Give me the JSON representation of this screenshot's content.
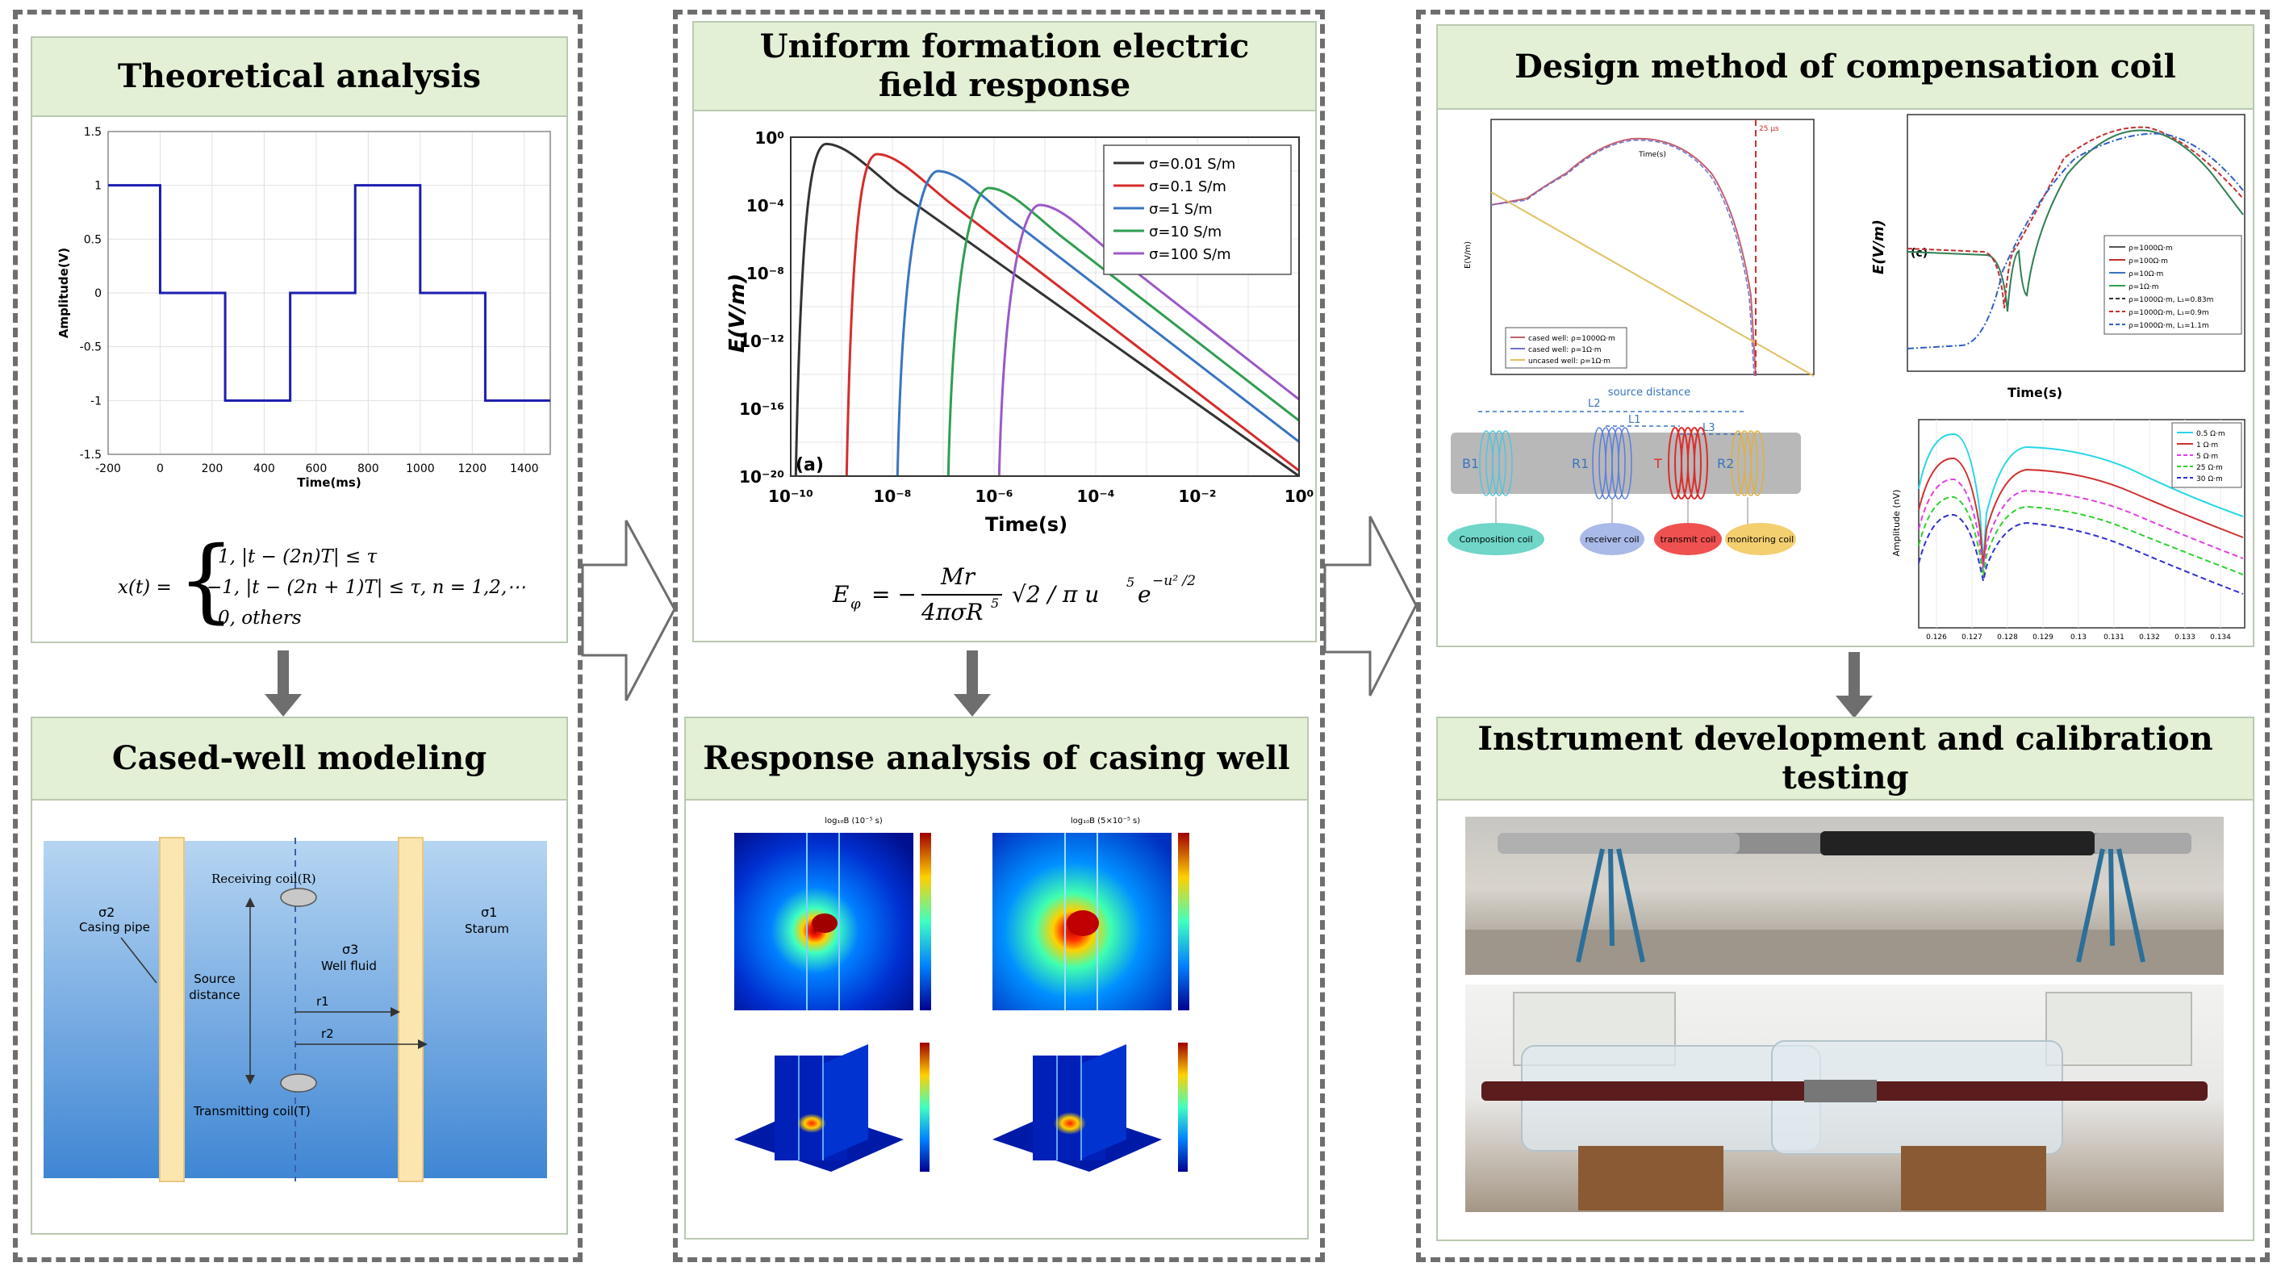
{
  "panels": {
    "theory": {
      "title": "Theoretical analysis",
      "chart": {
        "ylabel": "Amplitude(V)",
        "xlabel": "Time(ms)",
        "xticks": [
          "-200",
          "0",
          "200",
          "400",
          "600",
          "800",
          "1000",
          "1200",
          "1400"
        ],
        "yticks": [
          "1.5",
          "1",
          "0.5",
          "0",
          "-0.5",
          "-1",
          "-1.5"
        ]
      },
      "formula": {
        "lhs": "x(t) =",
        "case1": "1,  |t − (2n)T| ≤ τ",
        "case2": "−1,  |t − (2n + 1)T| ≤ τ,    n = 1,2,⋯",
        "case3": "0,  others"
      }
    },
    "cased": {
      "title": "Cased-well modeling",
      "labels": {
        "receiving": "Receiving coil(R)",
        "transmitting": "Transmitting coil(T)",
        "sigma2": "σ2",
        "casing": "Casing pipe",
        "sigma3": "σ3",
        "fluid": "Well fluid",
        "sigma1": "σ1",
        "stratum": "Starum",
        "source1": "Source",
        "source2": "distance",
        "r1": "r1",
        "r2": "r2"
      }
    },
    "uniform": {
      "title_line1": "Uniform formation electric",
      "title_line2": "field response",
      "chart": {
        "ylabel": "E(V/m)",
        "xlabel": "Time(s)",
        "panel_label": "(a)",
        "yticks": [
          "10⁰",
          "10⁻⁴",
          "10⁻⁸",
          "10⁻¹²",
          "10⁻¹⁶",
          "10⁻²⁰"
        ],
        "xticks": [
          "10⁻¹⁰",
          "10⁻⁸",
          "10⁻⁶",
          "10⁻⁴",
          "10⁻²",
          "10⁰"
        ],
        "legend": [
          "σ=0.01 S/m",
          "σ=0.1 S/m",
          "σ=1 S/m",
          "σ=10 S/m",
          "σ=100 S/m"
        ]
      },
      "formula": {
        "lhs": "E",
        "sub": "φ",
        "num": "Mr",
        "den": "4πσR",
        "den_exp": "5",
        "rest": "√2 / π u",
        "rest_exp": "5",
        "exp_base": "e",
        "exp_pow": "−u² /2"
      }
    },
    "casing": {
      "title": "Response analysis of casing well",
      "map1_title": "log₁₀B (10⁻⁵ s)",
      "map2_title": "log₁₀B (5×10⁻⁵ s)"
    },
    "design": {
      "title": "Design method of compensation coil",
      "chart1": {
        "xlabel": "Time(s)",
        "ylabel": "E(V/m)",
        "marker": "25 μs",
        "legend": [
          "cased well: ρ=1000Ω·m",
          "cased well: ρ=1Ω·m",
          "uncased well: ρ=1Ω·m"
        ]
      },
      "chart2": {
        "xlabel": "Time(s)",
        "ylabel": "E(V/m)",
        "panel_label": "(c)",
        "legend": [
          "ρ=1000Ω·m",
          "ρ=100Ω·m",
          "ρ=10Ω·m",
          "ρ=1Ω·m",
          "ρ=1000Ω·m, L₁=0.83m",
          "ρ=1000Ω·m, L₁=0.9m",
          "ρ=1000Ω·m, L₁=1.1m"
        ]
      },
      "chart3": {
        "ylabel": "Amplitude (nV)",
        "legend": [
          "0.5 Ω·m",
          "1 Ω·m",
          "5 Ω·m",
          "25 Ω·m",
          "30 Ω·m"
        ],
        "xticks": [
          "0.126",
          "0.127",
          "0.128",
          "0.129",
          "0.13",
          "0.131",
          "0.132",
          "0.133",
          "0.134"
        ]
      },
      "coil": {
        "source_distance": "source distance",
        "L1": "L1",
        "L2": "L2",
        "L3": "L3",
        "B1": "B1",
        "R1": "R1",
        "T": "T",
        "R2": "R2",
        "bubbles": [
          "Composition coil",
          "receiver coil",
          "transmit coil",
          "monitoring coil"
        ]
      }
    },
    "instrument": {
      "title": "Instrument development and calibration testing"
    }
  },
  "colors": {
    "header_bg": "#e3f0d6",
    "square_wave": "#1c1cb0",
    "series": [
      "#333333",
      "#d62c2c",
      "#3a74c0",
      "#2f9e52",
      "#9b59c6"
    ],
    "model_bg": "#9cc7ee",
    "casing_pipe": "#fbe6b0"
  }
}
